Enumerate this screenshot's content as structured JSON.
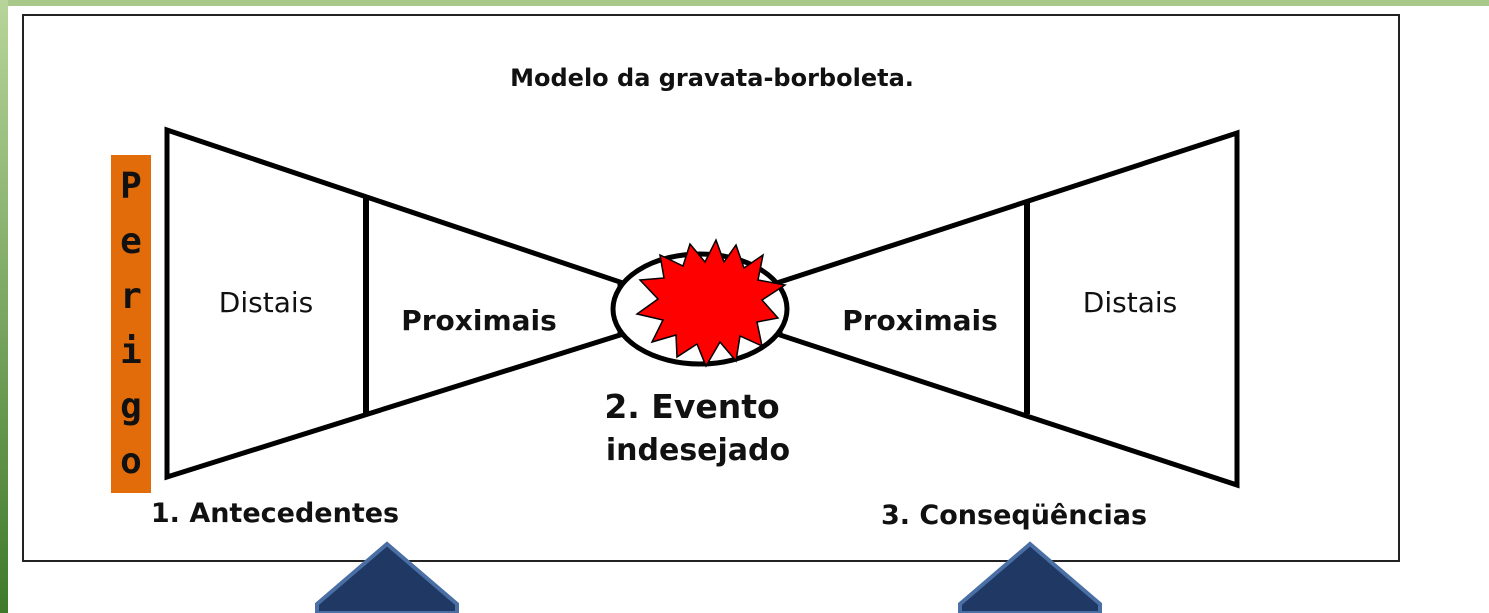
{
  "title": "Modelo da gravata-borboleta.",
  "hazard_label_letters": [
    "P",
    "e",
    "r",
    "i",
    "g",
    "o"
  ],
  "left": {
    "outer_label": "Distais",
    "inner_label": "Proximais",
    "caption": "1. Antecedentes"
  },
  "center": {
    "line1": "2. Evento",
    "line2": "indesejado"
  },
  "right": {
    "inner_label": "Proximais",
    "outer_label": "Distais",
    "caption": "3. Conseqüências"
  },
  "colors": {
    "hazard_bar": "#e36c0a",
    "explosion": "#ff0000",
    "arrow_fill": "#1f3864",
    "arrow_stroke": "#4a6fa5"
  }
}
